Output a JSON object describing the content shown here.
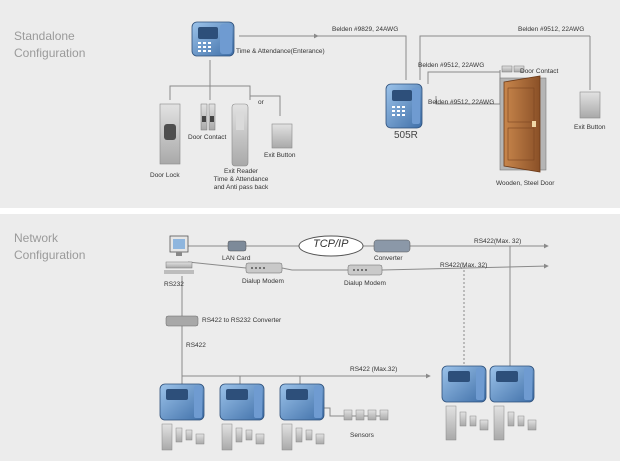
{
  "sections": {
    "standalone": "Standalone\nConfiguration",
    "network": "Network\nConfiguration"
  },
  "standalone": {
    "time_attendance": "Time & Attendance(Enterance)",
    "or": "or",
    "door_lock": "Door Lock",
    "door_contact_left": "Door Contact",
    "exit_reader": "Exit Reader\nTime & Attendance\nand Anti pass back",
    "exit_button_left": "Exit Button",
    "cable_9829": "Belden #9829, 24AWG",
    "cable_9512_top": "Belden #9512, 22AWG",
    "cable_9512_mid": "Belden #9512, 22AWG",
    "cable_9512_low": "Belden #9512, 22AWG",
    "door_contact_right": "Door Contact",
    "reader_model": "505R",
    "exit_button_right": "Exit Button",
    "door": "Wooden, Steel Door"
  },
  "network": {
    "lan_card": "LAN Card",
    "tcpip": "TCP/IP",
    "converter": "Converter",
    "dialup_modem_1": "Dialup Modem",
    "dialup_modem_2": "Dialup Modem",
    "rs232": "RS232",
    "rs422_max_top": "RS422(Max. 32)",
    "rs422_max_mid": "RS422(Max. 32)",
    "rs422_converter": "RS422 to RS232 Converter",
    "rs422": "RS422",
    "rs422_max_bottom": "RS422 (Max.32)",
    "sensors": "Sensors"
  },
  "colors": {
    "panel_bg": "#ececec",
    "line": "#8a8a8a",
    "device_blue": "#5b8fc9",
    "device_dark": "#2d4f7a",
    "door_brown": "#a0673a",
    "title_gray": "#9a9a9a"
  }
}
